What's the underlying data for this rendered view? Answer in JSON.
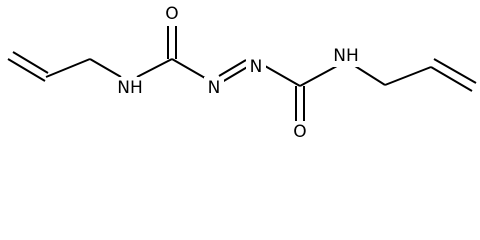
{
  "molecule": {
    "colors": {
      "bond": "#000000",
      "label": "#000000",
      "background": "#ffffff"
    },
    "atoms": {
      "o_top": "O",
      "nh_left": "NH",
      "n_left": "N",
      "n_right": "N",
      "nh_right": "NH",
      "o_bottom": "O"
    }
  }
}
